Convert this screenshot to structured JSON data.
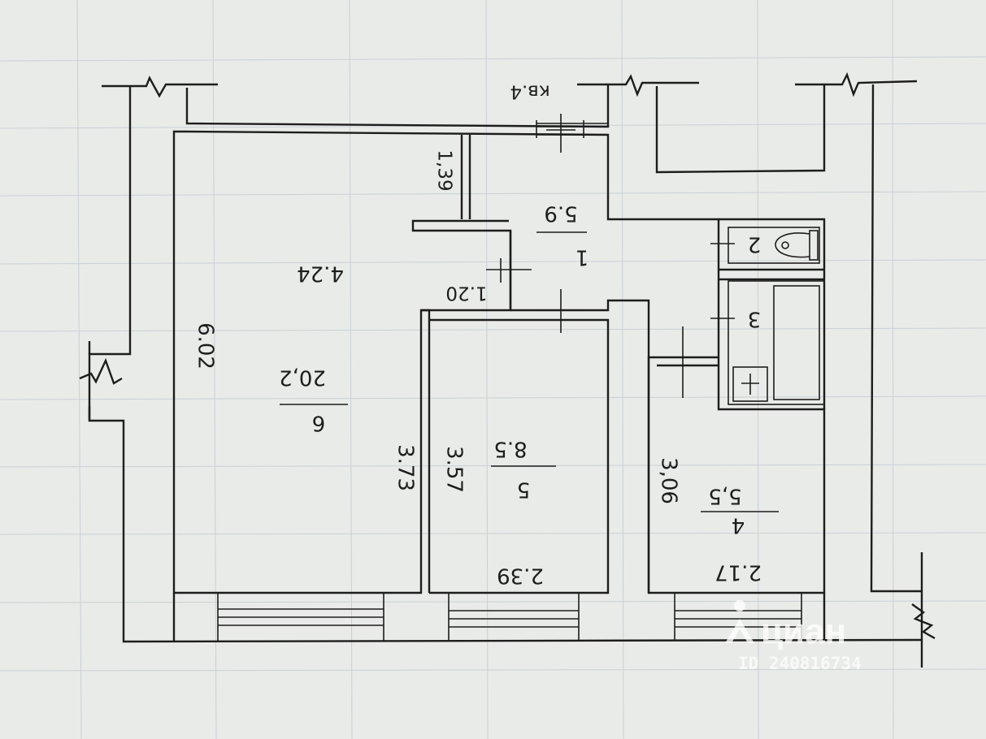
{
  "plan": {
    "apartment_label": "кв.4",
    "rooms": [
      {
        "number": "1",
        "area": "5.9"
      },
      {
        "number": "2"
      },
      {
        "number": "3"
      },
      {
        "number": "4",
        "area": "5,5"
      },
      {
        "number": "5",
        "area": "8.5"
      },
      {
        "number": "6",
        "area": "20,2"
      }
    ],
    "dimensions": [
      "4.24",
      "6.02",
      "1,39",
      "1.20",
      "3.73",
      "3.57",
      "2.39",
      "3,06",
      "2.17"
    ]
  },
  "watermark": {
    "brand": "циан",
    "listing_id": "ID 240816734"
  },
  "colors": {
    "paper": "#e9ebe8",
    "ink": "#1d1d1d",
    "grid": "#c9d0d6",
    "watermark": "#ffffff"
  }
}
